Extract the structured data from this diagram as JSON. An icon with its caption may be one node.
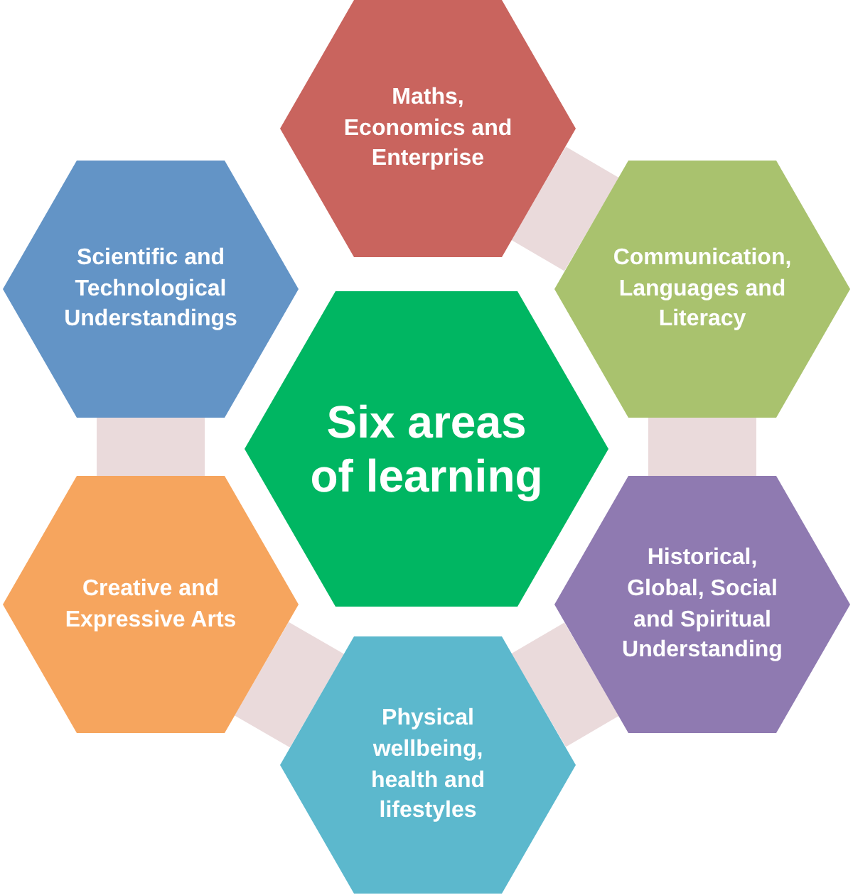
{
  "diagram": {
    "nodes": [
      {
        "text": [
          "Maths, Economics and Enterprise"
        ]
      },
      {
        "text": [
          "Scientific and Technological Understandings"
        ]
      },
      {
        "text": [
          "Communication, Languages and Literacy"
        ]
      },
      {
        "text": [
          "Six areas of learning"
        ]
      },
      {
        "text": [
          "Creative and Expressive Arts"
        ]
      },
      {
        "text": [
          "Historical, Global, Social and Spiritual Understanding"
        ]
      },
      {
        "text": [
          "Physical wellbeing, health and lifestyles"
        ]
      }
    ],
    "edges": [
      {
        "from": 0,
        "to": 2,
        "arrow": "none"
      },
      {
        "from": 2,
        "to": 5,
        "arrow": "none"
      },
      {
        "from": 5,
        "to": 6,
        "arrow": "none"
      },
      {
        "from": 6,
        "to": 4,
        "arrow": "none"
      },
      {
        "from": 4,
        "to": 1,
        "arrow": "none"
      }
    ]
  }
}
